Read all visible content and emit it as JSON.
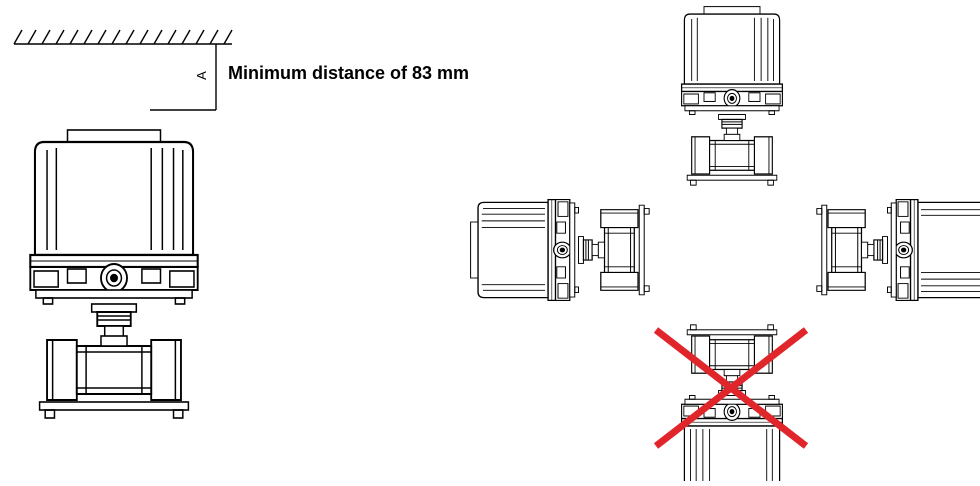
{
  "diagram": {
    "dimension_letter": "A",
    "caption": "Minimum distance of 83 mm",
    "figures": [
      {
        "name": "main-valve",
        "orientation": "upright"
      },
      {
        "name": "valve-top",
        "orientation": "upright"
      },
      {
        "name": "valve-left",
        "orientation": "rotated-left"
      },
      {
        "name": "valve-right",
        "orientation": "rotated-right"
      },
      {
        "name": "valve-bottom",
        "orientation": "inverted",
        "status": "not-allowed"
      }
    ],
    "colors": {
      "line": "#000000",
      "cross": "#e0262b",
      "background": "#ffffff"
    }
  }
}
